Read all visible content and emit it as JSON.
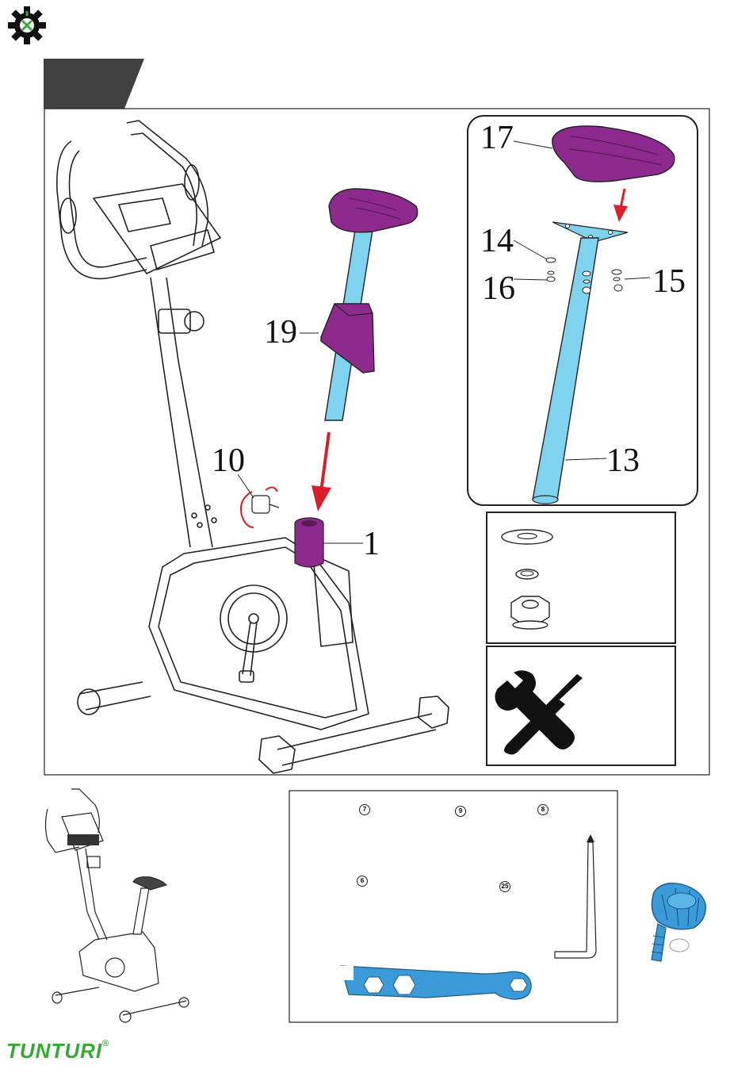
{
  "brand": {
    "name": "TUNTURI",
    "registered": "®"
  },
  "colors": {
    "purple": "#8e2a8e",
    "purple_dark": "#6a1a6a",
    "cyan": "#7fd3ef",
    "blue": "#3b9ad8",
    "brand_green": "#39a935",
    "header_gray": "#404040",
    "line": "#222222"
  },
  "step_header": {
    "label": ""
  },
  "labels": {
    "part_1": "1",
    "part_10": "10",
    "part_13": "13",
    "part_14": "14",
    "part_15": "15",
    "part_16": "16",
    "part_17": "17",
    "part_19": "19"
  },
  "tool_panel": {
    "items": [
      "7",
      "9",
      "8",
      "6",
      "25"
    ]
  },
  "icons": {
    "logo": "gear-logo-icon",
    "washer_large": "large-washer-icon",
    "washer_small": "small-washer-icon",
    "nut": "lock-nut-icon",
    "tools": "wrench-screwdriver-icon",
    "knob": "adjustment-knob-icon"
  }
}
